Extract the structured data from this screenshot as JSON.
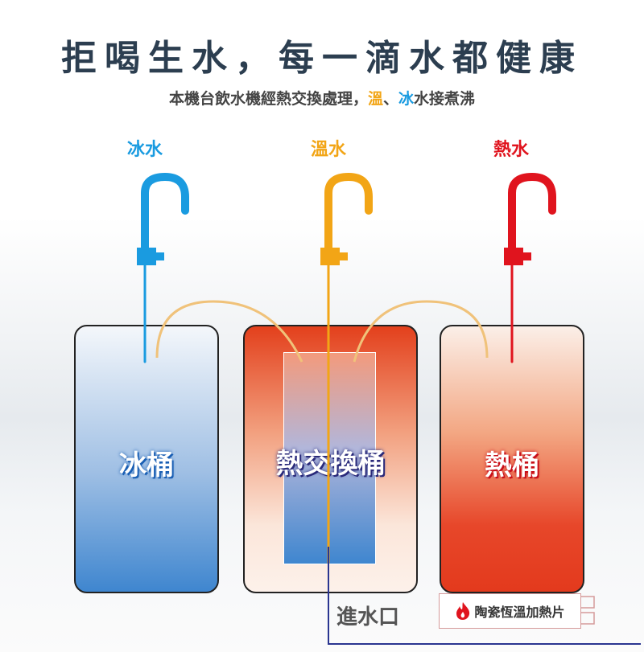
{
  "header": {
    "title": "拒喝生水，每一滴水都健康",
    "subtitle_prefix": "本機台飲水機經熱交換處理，",
    "subtitle_warm": "溫",
    "subtitle_sep": "、",
    "subtitle_cold": "冰",
    "subtitle_suffix": "水接煮沸"
  },
  "outlets": [
    {
      "label": "冰水",
      "color": "#1a9be0"
    },
    {
      "label": "溫水",
      "color": "#f2a516"
    },
    {
      "label": "熱水",
      "color": "#e0141e"
    }
  ],
  "tanks": [
    {
      "label": "冰桶",
      "label_color": "#1a5fb4"
    },
    {
      "label": "熱交換桶",
      "label_color": "#2a2a7a"
    },
    {
      "label": "熱桶",
      "label_color": "#c8101a"
    }
  ],
  "inlet_label": "進水口",
  "heater_label": "陶瓷恆溫加熱片",
  "colors": {
    "inlet_line": "#2a3590",
    "pipe_arc": "#f0c27a"
  }
}
